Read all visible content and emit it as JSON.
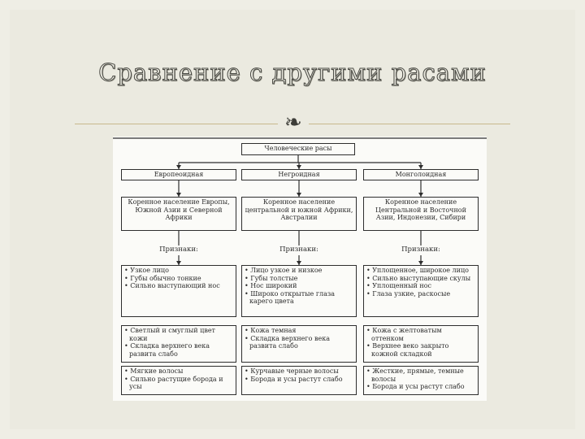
{
  "slide": {
    "title": "Сравнение с другими расами"
  },
  "diagram": {
    "root": "Человеческие расы",
    "signs_label": "Признаки:",
    "columns": [
      {
        "name": "Европеоидная",
        "habitat": "Коренное население Европы, Южной Азии и Северной Африки",
        "groups": [
          [
            "Узкое лицо",
            "Губы обычно тонкие",
            "Сильно выступающий нос"
          ],
          [
            "Светлый и смуглый цвет кожи",
            "Складка верхнего века развита слабо"
          ],
          [
            "Мягкие волосы",
            "Сильно растущие борода и усы"
          ]
        ]
      },
      {
        "name": "Негроидная",
        "habitat": "Коренное население центральной и южной Африки, Австралии",
        "groups": [
          [
            "Лицо узкое и низкое",
            "Губы толстые",
            "Нос широкий",
            "Широко открытые глаза карего цвета"
          ],
          [
            "Кожа темная",
            "Складка верхнего века развита слабо"
          ],
          [
            "Курчавые черные волосы",
            "Борода и усы растут слабо"
          ]
        ]
      },
      {
        "name": "Монголоидная",
        "habitat": "Коренное население Центральной и Восточной Азии, Индонезии, Сибири",
        "groups": [
          [
            "Уплощенное, широкое лицо",
            "Сильно выступающие скулы",
            "Уплощенный нос",
            "Глаза узкие, раскосые"
          ],
          [
            "Кожа с желтоватым оттенком",
            "Верхнее веко закрыто кожной складкой"
          ],
          [
            "Жесткие, прямые, темные волосы",
            "Борода и усы растут слабо"
          ]
        ]
      }
    ]
  }
}
